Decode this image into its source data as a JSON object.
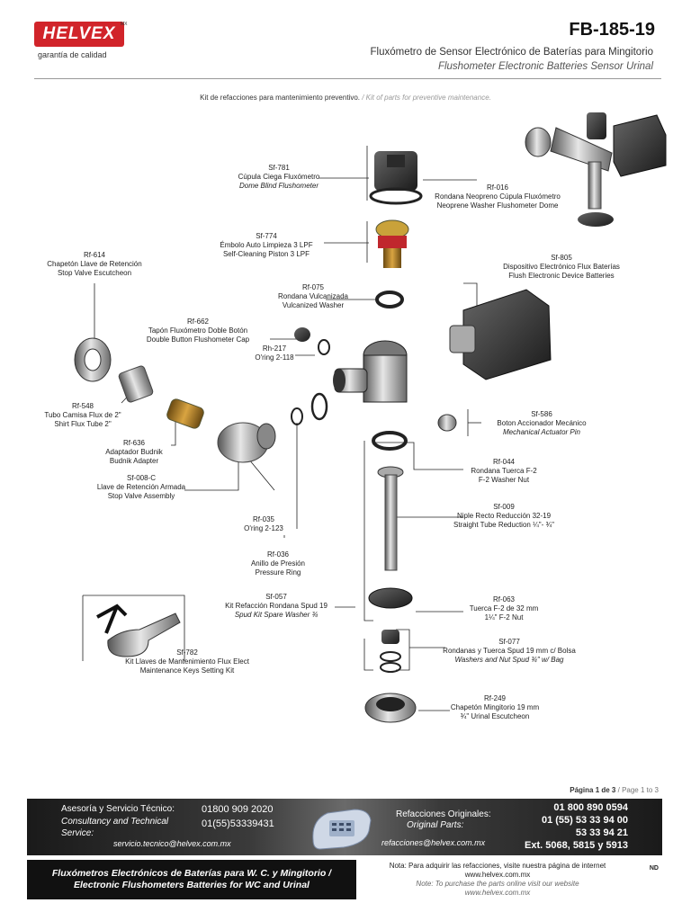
{
  "header": {
    "brand": "HELVEX",
    "brand_mark": "MX",
    "tagline": "garantía de calidad",
    "code": "FB-185-19",
    "title_es": "Fluxómetro de Sensor Electrónico de Baterías para Mingitorio",
    "title_en": "Flushometer Electronic Batteries Sensor Urinal"
  },
  "kit": {
    "es": "Kit de refacciones para mantenimiento preventivo.",
    "en": "/ Kit of parts for preventive maintenance."
  },
  "parts": [
    {
      "code": "Sf-781",
      "es": "Cúpula Ciega Fluxómetro",
      "en": "Dome Blind Flushometer",
      "en_italic": true
    },
    {
      "code": "Rf-016",
      "es": "Rondana Neopreno Cúpula Fluxómetro",
      "en": "Neoprene Washer Flushometer Dome",
      "en_italic": false
    },
    {
      "code": "Sf-774",
      "es": "Émbolo Auto Limpieza 3 LPF",
      "en": "Self-Cleaning Piston 3 LPF",
      "en_italic": false
    },
    {
      "code": "Rf-614",
      "es": "Chapetón Llave de Retención",
      "en": "Stop Valve Escutcheon",
      "en_italic": false
    },
    {
      "code": "Sf-805",
      "es": "Dispositivo Electrónico Flux Baterías",
      "en": "Flush Electronic Device Batteries",
      "en_italic": false
    },
    {
      "code": "Rf-075",
      "es": "Rondana Vulcanizada",
      "en": "Vulcanized Washer",
      "en_italic": false
    },
    {
      "code": "Rf-662",
      "es": "Tapón Fluxómetro Doble Botón",
      "en": "Double Button Flushometer Cap",
      "en_italic": false
    },
    {
      "code": "Rh-217",
      "es": "O'ring 2-118",
      "en": "",
      "en_italic": false
    },
    {
      "code": "Rf-548",
      "es": "Tubo Camisa Flux de 2\"",
      "en": "Shirt Flux Tube 2\"",
      "en_italic": false
    },
    {
      "code": "Sf-586",
      "es": "Boton Accionador Mecánico",
      "en": "Mechanical Actuator Pin",
      "en_italic": true
    },
    {
      "code": "Rf-636",
      "es": "Adaptador Budnik",
      "en": "Budnik Adapter",
      "en_italic": false
    },
    {
      "code": "Rf-044",
      "es": "Rondana Tuerca F-2",
      "en": "F-2 Washer Nut",
      "en_italic": false
    },
    {
      "code": "Sf-008-C",
      "es": "Llave de Retención Armada",
      "en": "Stop Valve Assembly",
      "en_italic": false
    },
    {
      "code": "Sf-009",
      "es": "Niple Recto Reducción 32-19",
      "en": "Straight Tube Reduction ¼\"- ¾\"",
      "en_italic": false
    },
    {
      "code": "Rf-035",
      "es": "O'ring 2-123",
      "en": "",
      "en_italic": false
    },
    {
      "code": "Rf-036",
      "es": "Anillo de Presión",
      "en": "Pressure Ring",
      "en_italic": false
    },
    {
      "code": "Sf-057",
      "es": "Kit Refacción Rondana Spud 19",
      "en": "Spud Kit Spare Washer ¾",
      "en_italic": true
    },
    {
      "code": "Rf-063",
      "es": "Tuerca F-2 de 32 mm",
      "en": "1¼\" F-2 Nut",
      "en_italic": false
    },
    {
      "code": "Sf-077",
      "es": "Rondanas y Tuerca Spud 19 mm c/ Bolsa",
      "en": "Washers and Nut Spud ¾\" w/ Bag",
      "en_italic": true
    },
    {
      "code": "Sf-782",
      "es": "Kit Llaves de Mantenimiento Flux Elect",
      "en": "Maintenance Keys Setting Kit",
      "en_italic": false
    },
    {
      "code": "Rf-249",
      "es": "Chapetón Mingitorio 19 mm",
      "en": "¾\" Urinal Escutcheon",
      "en_italic": false
    }
  ],
  "footer": {
    "page_es": "Página 1 de 3",
    "page_en": "/ Page 1 to 3",
    "service_es": "Asesoría y Servicio Técnico:",
    "service_en_1": "Consultancy and Technical",
    "service_en_2": "Service:",
    "service_phone_1": "01800 909 2020",
    "service_phone_2": "01(55)53339431",
    "service_email": "servicio.tecnico@helvex.com.mx",
    "parts_es": "Refacciones Originales:",
    "parts_en": "Original Parts:",
    "parts_email": "refacciones@helvex.com.mx",
    "parts_phone_1": "01 800 890 0594",
    "parts_phone_2": "01 (55) 53 33 94 00",
    "parts_phone_3": "53 33 94 21",
    "parts_phone_4": "Ext. 5068, 5815 y 5913",
    "product_es": "Fluxómetros Electrónicos de Baterías para W. C. y Mingitorio /",
    "product_en": "Electronic Flushometers Batteries for WC and Urinal",
    "note_es": "Nota: Para adquirir las refacciones, visite nuestra página de internet",
    "note_url_1": "www.helvex.com.mx",
    "note_en": "Note: To purchase the parts online visit our website",
    "note_url_2": "www.helvex.com.mx",
    "nd": "ND"
  },
  "colors": {
    "brand": "#d1242a",
    "band_dark": "#1a1a1a",
    "part_metal": "#8a8a8a"
  }
}
